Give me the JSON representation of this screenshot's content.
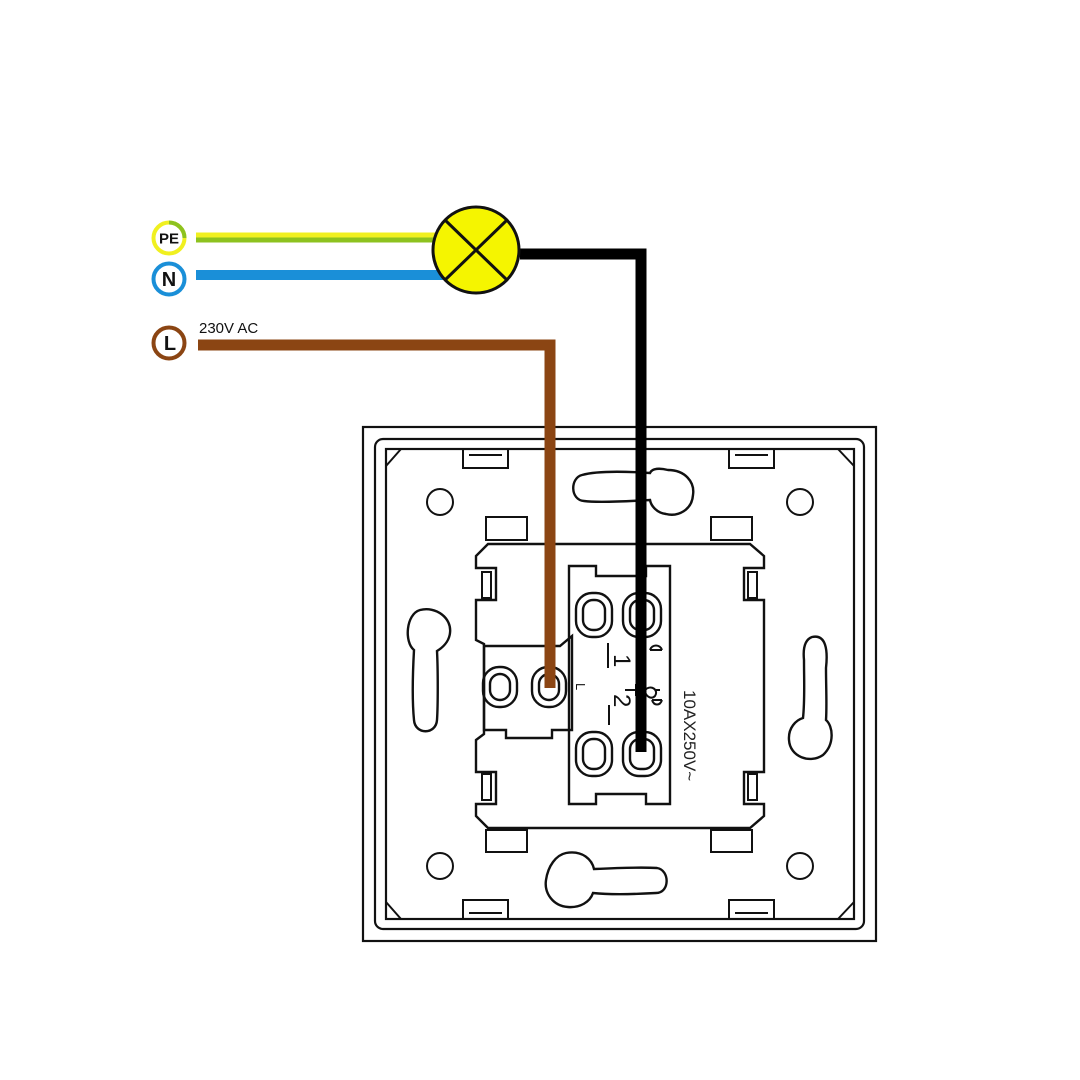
{
  "terminals": {
    "pe": {
      "label": "PE",
      "color": "#8dc21f"
    },
    "n": {
      "label": "N",
      "color": "#1a8fd8"
    },
    "l": {
      "label": "L",
      "color": "#8b4513"
    }
  },
  "supply_label": "230V AC",
  "wires": {
    "pe_color_a": "#8dc21f",
    "pe_color_b": "#f0f020",
    "n_color": "#1a8fd8",
    "l_color": "#8b4513",
    "switched_color": "#000000"
  },
  "lamp": {
    "fill": "#f5f500",
    "icon": "lamp-icon"
  },
  "switch": {
    "rating": "10AX250V~",
    "terminal_l": "L",
    "terminal_1": "1",
    "terminal_2": "2"
  }
}
